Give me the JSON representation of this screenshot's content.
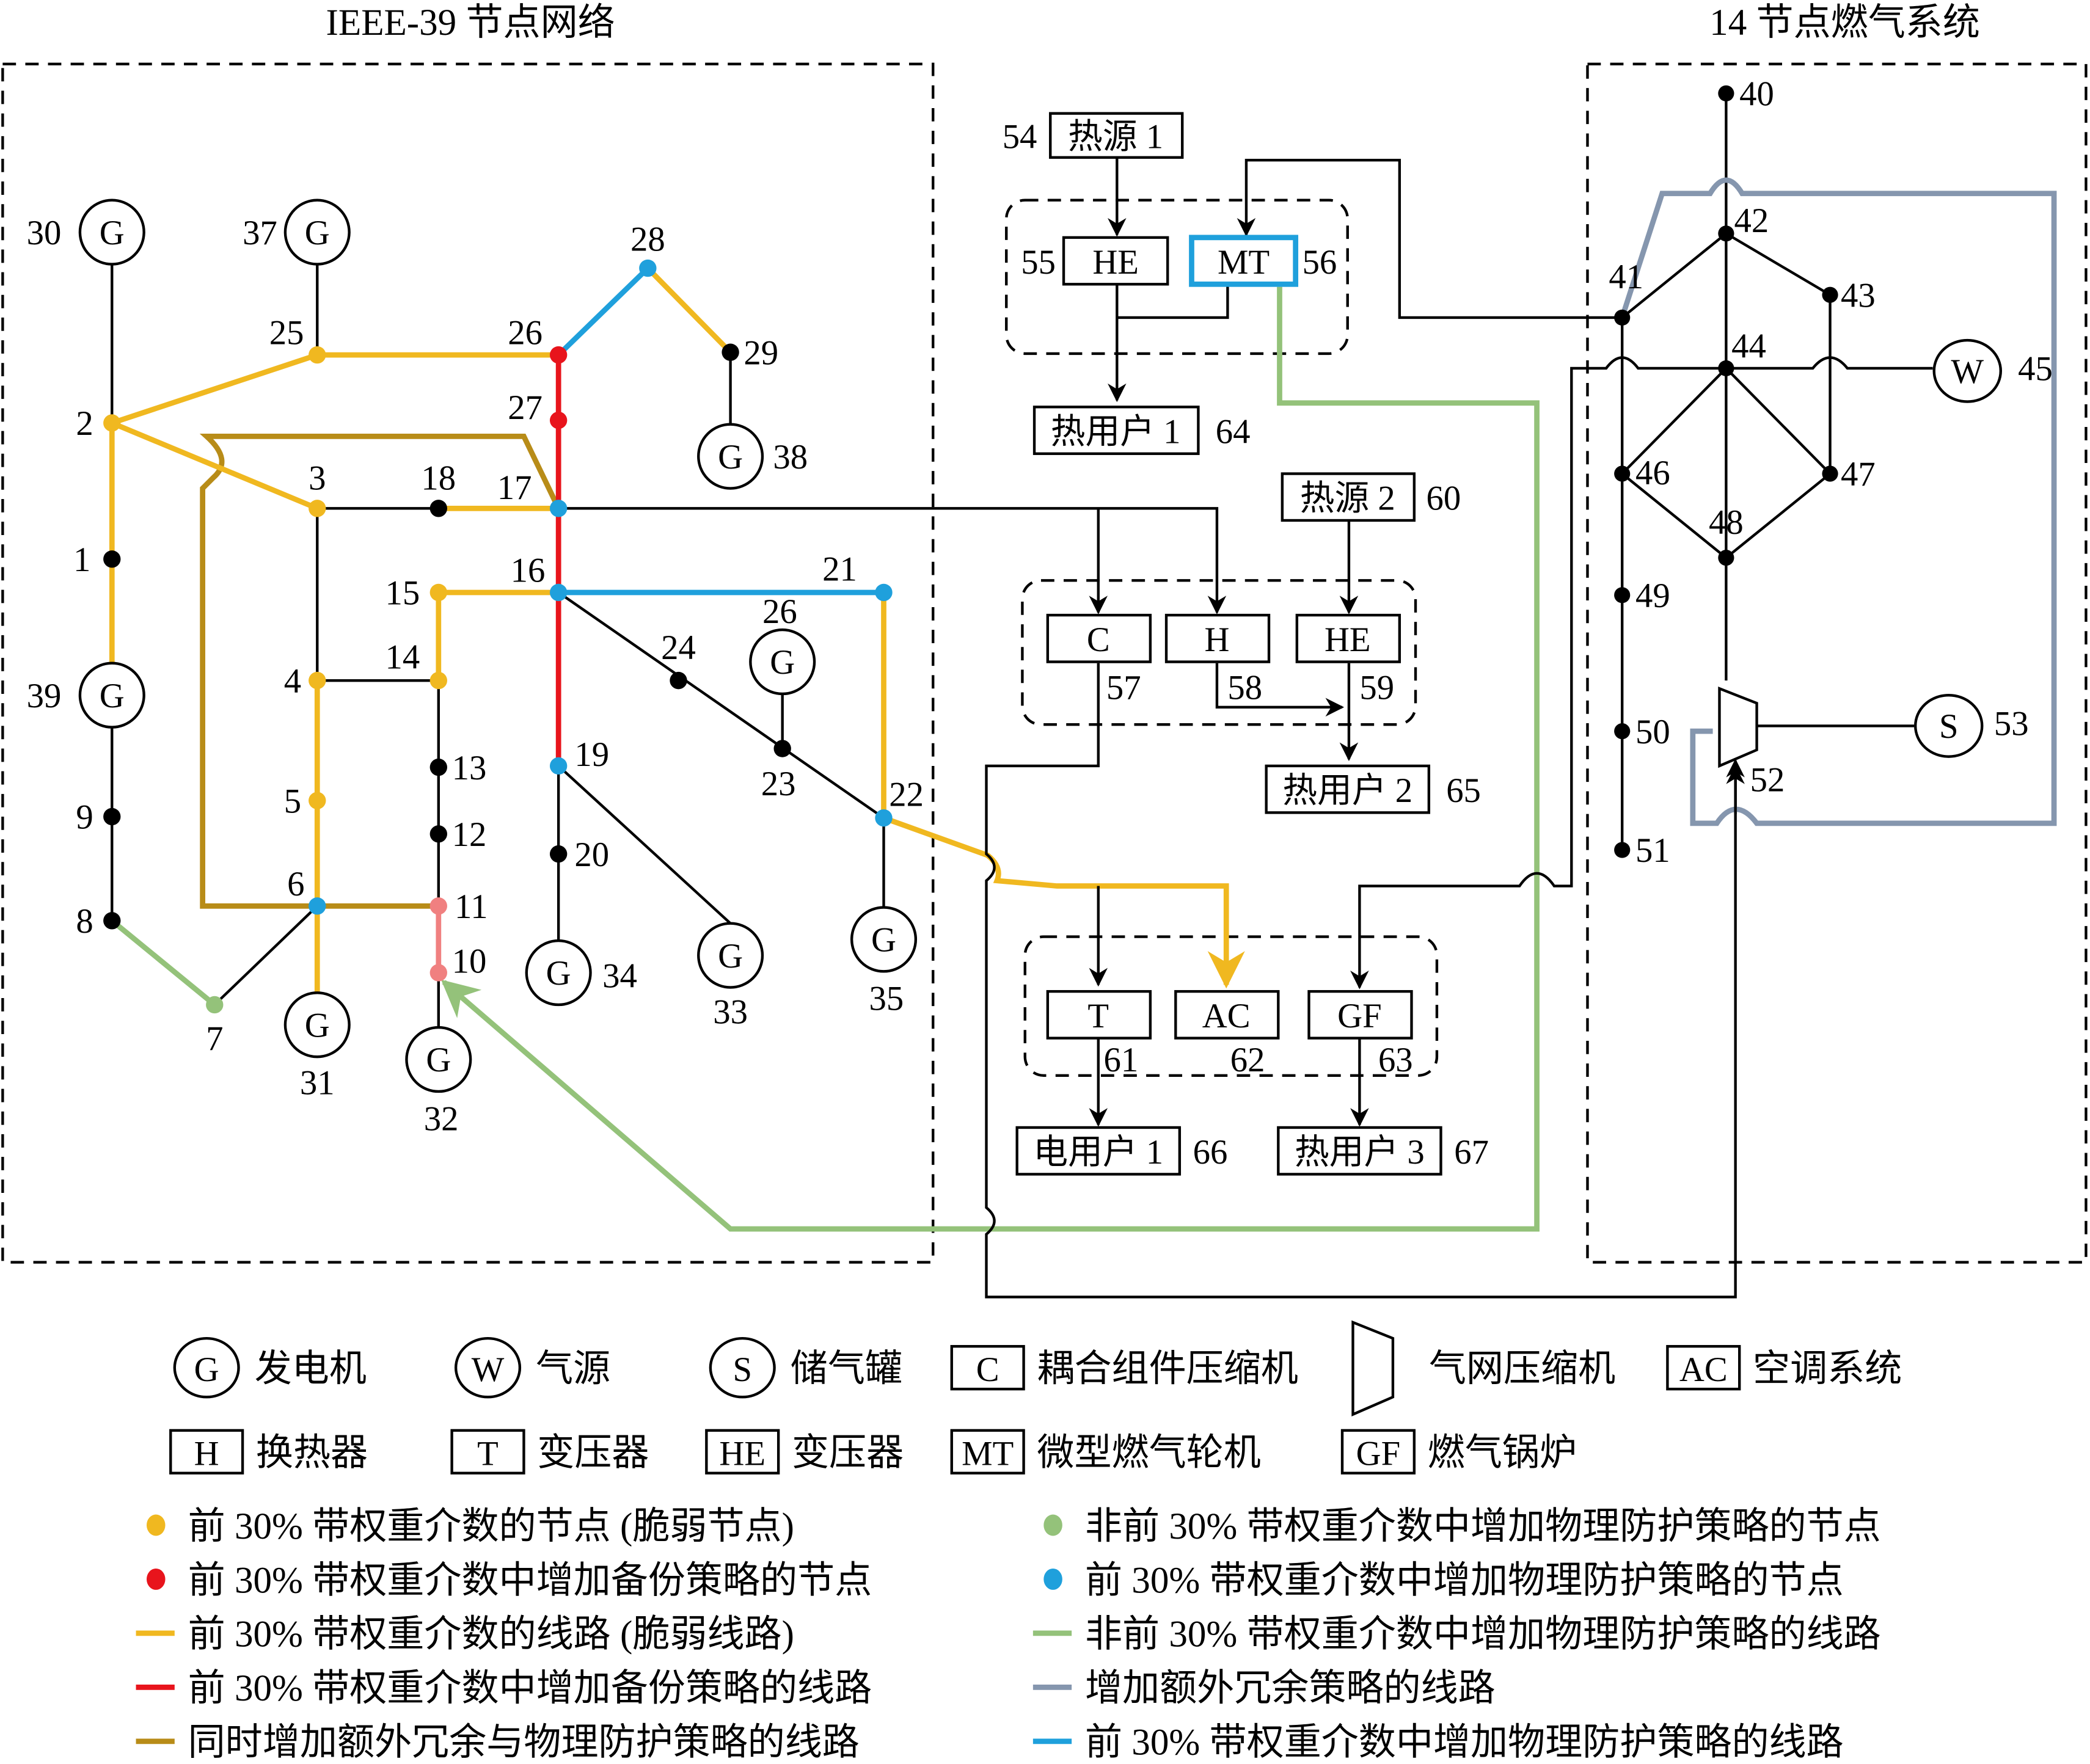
{
  "titles": {
    "power_network": "IEEE-39 节点网络",
    "gas_system": "14 节点燃气系统"
  },
  "colors": {
    "vulnerable": "#F0B820",
    "backup": "#E8141C",
    "protect_top": "#1FA0DC",
    "protect_non_top": "#94C27A",
    "redundant": "#8596AE",
    "redundant_and_protect": "#B88C18",
    "pink_node": "#F08080",
    "normal": "#000000"
  },
  "power_nodes": {
    "n1": "1",
    "n2": "2",
    "n3": "3",
    "n4": "4",
    "n5": "5",
    "n6": "6",
    "n7": "7",
    "n8": "8",
    "n9": "9",
    "n10": "10",
    "n11": "11",
    "n12": "12",
    "n13": "13",
    "n14": "14",
    "n15": "15",
    "n16": "16",
    "n17": "17",
    "n18": "18",
    "n19": "19",
    "n20": "20",
    "n21": "21",
    "n22": "22",
    "n23": "23",
    "n24": "24",
    "n25": "25",
    "n26": "26",
    "n27": "27",
    "n28": "28",
    "n29": "29"
  },
  "generators": {
    "symbol": "G",
    "g30": "30",
    "g31": "31",
    "g32": "32",
    "g33": "33",
    "g34": "34",
    "g35": "35",
    "g36": "26",
    "g37": "37",
    "g38": "38",
    "g39": "39"
  },
  "gas_nodes": {
    "n40": "40",
    "n41": "41",
    "n42": "42",
    "n43": "43",
    "n44": "44",
    "n46": "46",
    "n47": "47",
    "n48": "48",
    "n49": "49",
    "n50": "50",
    "n51": "51"
  },
  "gas_source": {
    "symbol": "W",
    "id": "45"
  },
  "gas_compressor": {
    "id": "52"
  },
  "gas_storage": {
    "symbol": "S",
    "id": "53"
  },
  "coupling": {
    "heat_source_1": {
      "label": "热源 1",
      "id": "54"
    },
    "he_55": {
      "label": "HE",
      "id": "55"
    },
    "mt_56": {
      "label": "MT",
      "id": "56"
    },
    "c_57": {
      "label": "C",
      "id": "57"
    },
    "h_58": {
      "label": "H",
      "id": "58"
    },
    "he_59": {
      "label": "HE",
      "id": "59"
    },
    "heat_source_2": {
      "label": "热源 2",
      "id": "60"
    },
    "t_61": {
      "label": "T",
      "id": "61"
    },
    "ac_62": {
      "label": "AC",
      "id": "62"
    },
    "gf_63": {
      "label": "GF",
      "id": "63"
    },
    "heat_user_1": {
      "label": "热用户 1",
      "id": "64"
    },
    "heat_user_2": {
      "label": "热用户 2",
      "id": "65"
    },
    "elec_user_1": {
      "label": "电用户 1",
      "id": "66"
    },
    "heat_user_3": {
      "label": "热用户 3",
      "id": "67"
    }
  },
  "legend": {
    "symbols": [
      {
        "symbol": "G",
        "label": "发电机"
      },
      {
        "symbol": "W",
        "label": "气源"
      },
      {
        "symbol": "S",
        "label": "储气罐"
      },
      {
        "symbol": "C",
        "label": "耦合组件压缩机"
      },
      {
        "symbol": "",
        "label": "气网压缩机"
      },
      {
        "symbol": "AC",
        "label": "空调系统"
      },
      {
        "symbol": "H",
        "label": "换热器"
      },
      {
        "symbol": "T",
        "label": "变压器"
      },
      {
        "symbol": "HE",
        "label": "变压器"
      },
      {
        "symbol": "MT",
        "label": "微型燃气轮机"
      },
      {
        "symbol": "GF",
        "label": "燃气锅炉"
      }
    ],
    "items": [
      {
        "kind": "dot",
        "color_key": "vulnerable",
        "label": "前 30% 带权重介数的节点 (脆弱节点)"
      },
      {
        "kind": "dot",
        "color_key": "protect_non_top",
        "label": "非前 30% 带权重介数中增加物理防护策略的节点"
      },
      {
        "kind": "dot",
        "color_key": "backup",
        "label": "前 30% 带权重介数中增加备份策略的节点"
      },
      {
        "kind": "dot",
        "color_key": "protect_top",
        "label": "前 30% 带权重介数中增加物理防护策略的节点"
      },
      {
        "kind": "line",
        "color_key": "vulnerable",
        "label": "前 30% 带权重介数的线路 (脆弱线路)"
      },
      {
        "kind": "line",
        "color_key": "protect_non_top",
        "label": "非前 30% 带权重介数中增加物理防护策略的线路"
      },
      {
        "kind": "line",
        "color_key": "backup",
        "label": "前 30% 带权重介数中增加备份策略的线路"
      },
      {
        "kind": "line",
        "color_key": "redundant",
        "label": "增加额外冗余策略的线路"
      },
      {
        "kind": "line",
        "color_key": "redundant_and_protect",
        "label": "同时增加额外冗余与物理防护策略的线路"
      },
      {
        "kind": "line",
        "color_key": "protect_top",
        "label": "前 30% 带权重介数中增加物理防护策略的线路"
      }
    ]
  }
}
